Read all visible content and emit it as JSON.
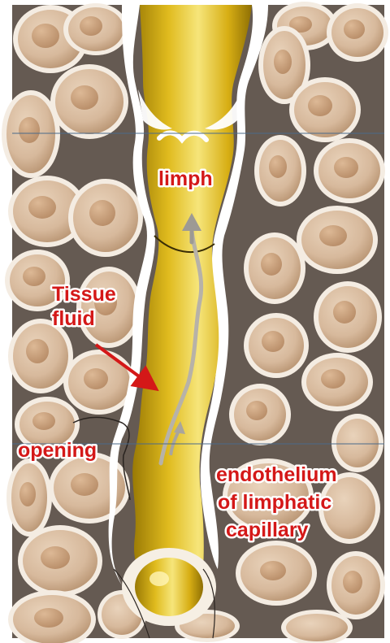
{
  "image": {
    "subject": "lymphatic-capillary-illustration",
    "colors": {
      "background": "#655a52",
      "cell_fill": "#dbbfa3",
      "cell_rim": "#f4ece2",
      "nucleus": "#c89d7c",
      "lymph_vessel": "#e7c421",
      "endothelium": "#ffffff",
      "label": "#d41818",
      "guide_line": "#4a6a8a"
    }
  },
  "labels": {
    "limph": "limph",
    "tissue_fluid_line1": "Tissue",
    "tissue_fluid_line2": "fluid",
    "opening": "opening",
    "endothelium_line1": "endothelium",
    "endothelium_line2": "of limphatic",
    "endothelium_line3": "capillary"
  }
}
